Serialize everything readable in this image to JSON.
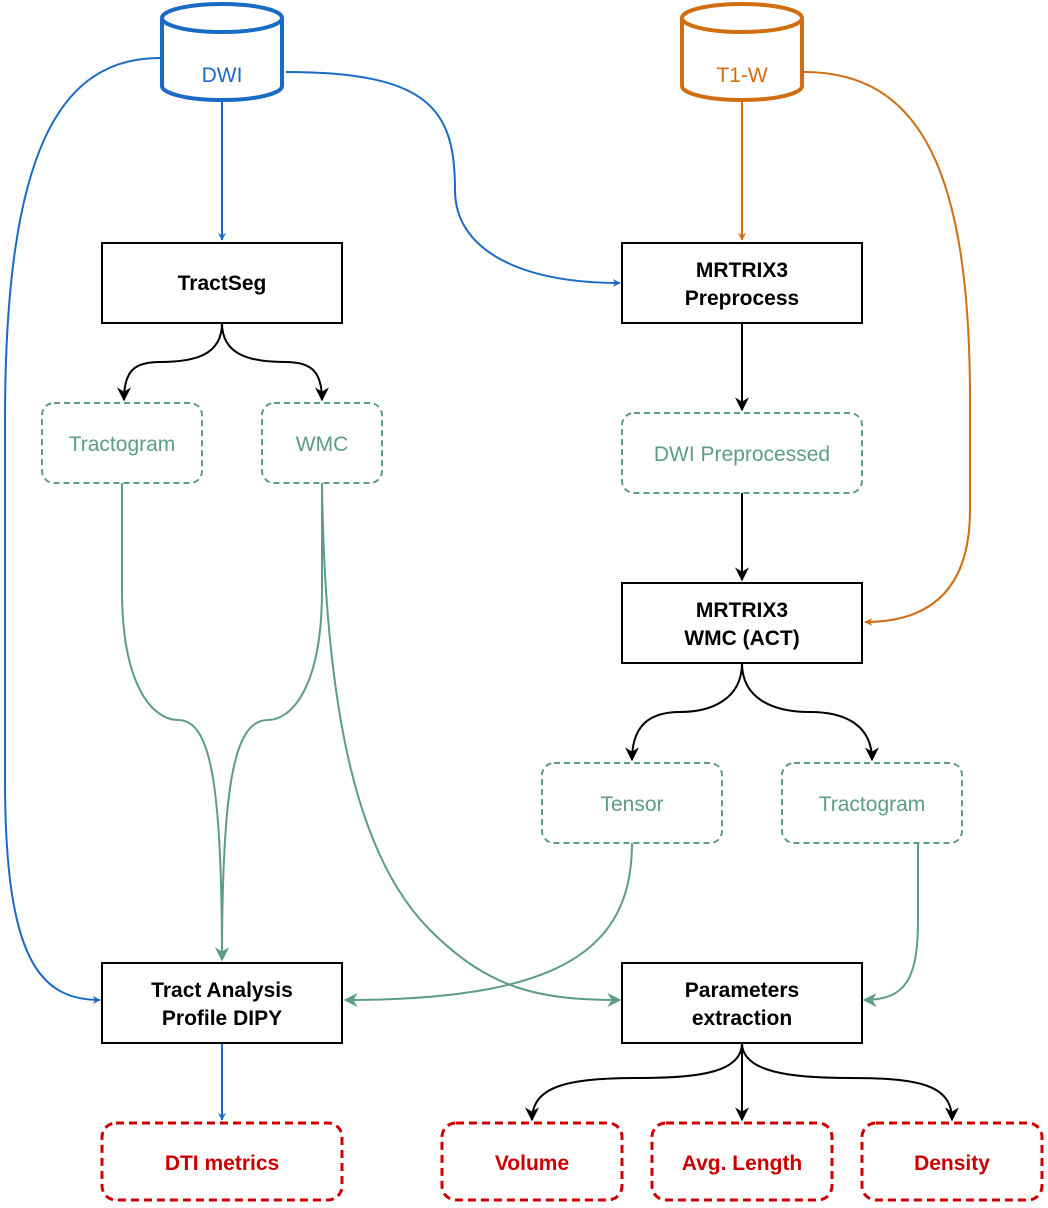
{
  "colors": {
    "dwi_blue": "#1a6bc6",
    "t1_orange": "#d26e12",
    "data_green": "#5d9c8a",
    "output_red": "#cc0000",
    "process_black": "#000000"
  },
  "sources": {
    "dwi": "DWI",
    "t1w": "T1-W"
  },
  "processes": {
    "tractseg": "TractSeg",
    "mrtrix_pre_line1": "MRTRIX3",
    "mrtrix_pre_line2": "Preprocess",
    "mrtrix_wmc_line1": "MRTRIX3",
    "mrtrix_wmc_line2": "WMC (ACT)",
    "tract_analysis_line1": "Tract Analysis",
    "tract_analysis_line2": "Profile DIPY",
    "params_line1": "Parameters",
    "params_line2": "extraction"
  },
  "data_nodes": {
    "tractogram_left": "Tractogram",
    "wmc": "WMC",
    "dwi_preprocessed": "DWI Preprocessed",
    "tensor": "Tensor",
    "tractogram_right": "Tractogram"
  },
  "outputs": {
    "dti_metrics": "DTI metrics",
    "volume": "Volume",
    "avg_length": "Avg. Length",
    "density": "Density"
  }
}
